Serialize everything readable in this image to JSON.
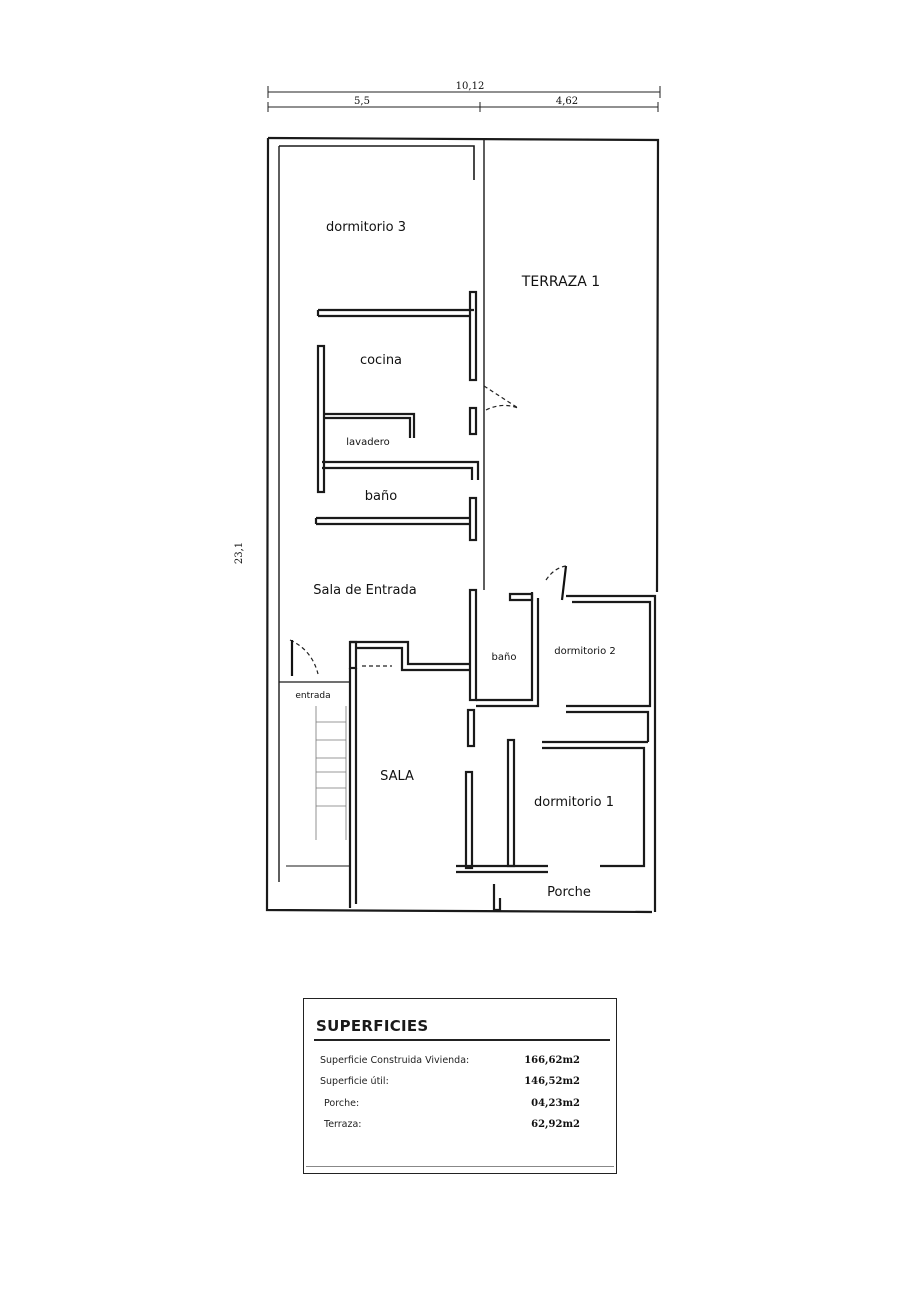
{
  "dimensions": {
    "total_width": "10,12",
    "left_width": "5,5",
    "right_width": "4,62",
    "total_length": "23,1"
  },
  "rooms": {
    "dormitorio3": "dormitorio 3",
    "terraza1": "TERRAZA 1",
    "cocina": "cocina",
    "lavadero": "lavadero",
    "bano_upper": "baño",
    "sala_entrada": "Sala de Entrada",
    "bano_lower": "baño",
    "dormitorio2": "dormitorio 2",
    "entrada": "entrada",
    "sala": "SALA",
    "dormitorio1": "dormitorio 1",
    "porche": "Porche"
  },
  "surfaces": {
    "title": "SUPERFICIES",
    "rows": [
      {
        "label": "Superficie Construida Vivienda:",
        "value": "166,62m2"
      },
      {
        "label": "Superficie útil:",
        "value": "146,52m2"
      },
      {
        "label": "Porche:",
        "value": "04,23m2"
      },
      {
        "label": "Terraza:",
        "value": "62,92m2"
      }
    ]
  }
}
